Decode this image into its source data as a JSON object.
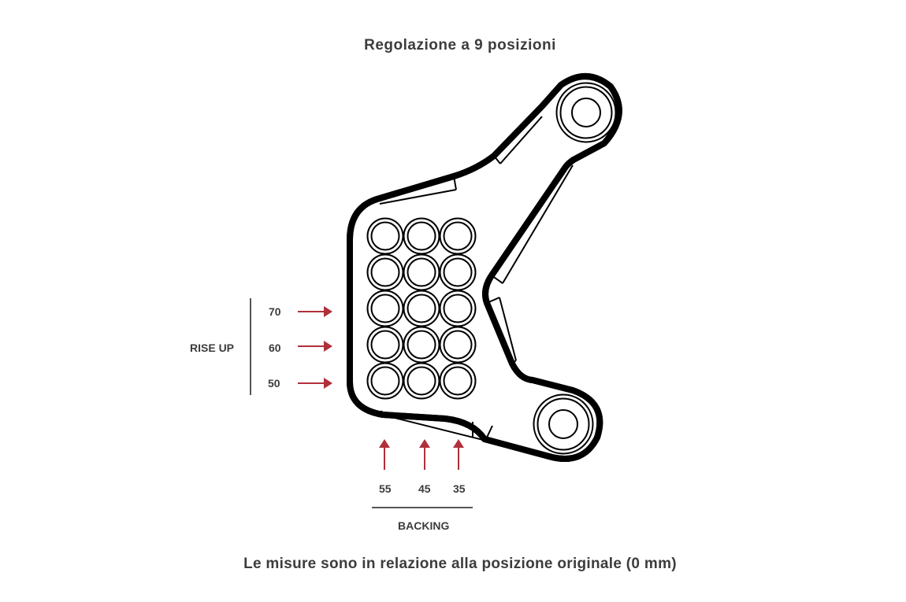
{
  "title": "Regolazione a 9 posizioni",
  "footnote": "Le misure sono in relazione alla posizione originale (0 mm)",
  "rise_up": {
    "label": "RISE UP",
    "values": [
      "70",
      "60",
      "50"
    ]
  },
  "backing": {
    "label": "BACKING",
    "values": [
      "55",
      "45",
      "35"
    ]
  },
  "colors": {
    "arrow": "#b0303a",
    "text": "#3c3c3c",
    "line": "#000000"
  }
}
